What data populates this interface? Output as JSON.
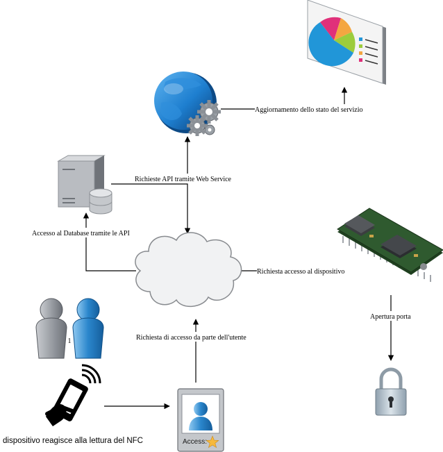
{
  "diagram": {
    "labels": {
      "aggiornamento": "Aggiornamento dello stato del servizio",
      "richieste_api": "Richieste API tramite Web Service",
      "accesso_db": "Accesso al Database tramite le API",
      "richiesta_dispositivo": "Richiesta accesso al dispositivo",
      "apertura_porta": "Apertura porta",
      "richiesta_utente": "Richiesta di accesso da parte dell'utente",
      "nfc": "dispositivo reagisce alla lettura del NFC",
      "users_count": "1",
      "access_card": "Access:"
    },
    "icons": {
      "dashboard": "dashboard-pie-chart-icon",
      "web_service": "globe-gears-icon",
      "database_server": "server-database-icon",
      "cloud": "cloud-icon",
      "board": "circuit-board-icon",
      "users": "users-icon",
      "nfc_phone": "nfc-phone-icon",
      "access_card": "access-card-icon",
      "lock": "padlock-icon"
    },
    "colors": {
      "globe": "#1e7fd0",
      "pie_pink": "#e0307a",
      "pie_orange": "#f4a641",
      "pie_green": "#9ccc3c",
      "pie_blue": "#2196d8",
      "board_green": "#2f5a2f",
      "star": "#f6b93b"
    }
  }
}
